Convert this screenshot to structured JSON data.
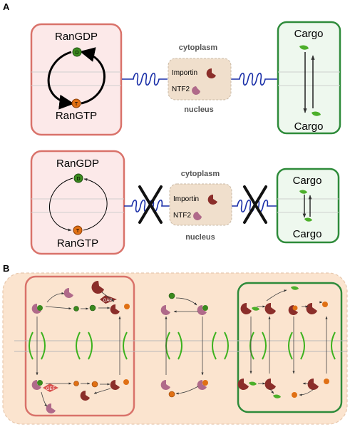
{
  "panels": {
    "a": "A",
    "b": "B"
  },
  "top_row": {
    "ran": {
      "gdp": "RanGDP",
      "gtp": "RanGTP",
      "d": "D",
      "t": "T"
    },
    "center": {
      "top": "cytoplasm",
      "bottom": "nucleus",
      "importin": "Importin",
      "ntf2": "NTF2"
    },
    "cargo": {
      "top": "Cargo",
      "bottom": "Cargo"
    }
  },
  "bottom_row": {
    "ran": {
      "gdp": "RanGDP",
      "gtp": "RanGTP",
      "d": "D",
      "t": "T"
    },
    "center": {
      "top": "cytoplasm",
      "bottom": "nucleus",
      "importin": "Importin",
      "ntf2": "NTF2"
    },
    "cargo": {
      "top": "Cargo",
      "bottom": "Cargo"
    }
  },
  "panel_b": {
    "gap": "GAP",
    "gef": "GEF",
    "d": "D",
    "t": "T"
  },
  "colors": {
    "ran_box_stroke": "#d9726a",
    "ran_box_fill": "#fce9e9",
    "cargo_box_stroke": "#2e8b3a",
    "cargo_box_fill": "#eef8ee",
    "center_fill": "#f0dfcc",
    "spring": "#1a2fa8",
    "nuclear_envelope": "#3cb21e",
    "panel_b_bg": "#fbe4cf",
    "importin": "#8b2e2a",
    "ntf2": "#b06a8a",
    "gdp_green": "#3b8a1e",
    "gtp_orange": "#e07014"
  }
}
